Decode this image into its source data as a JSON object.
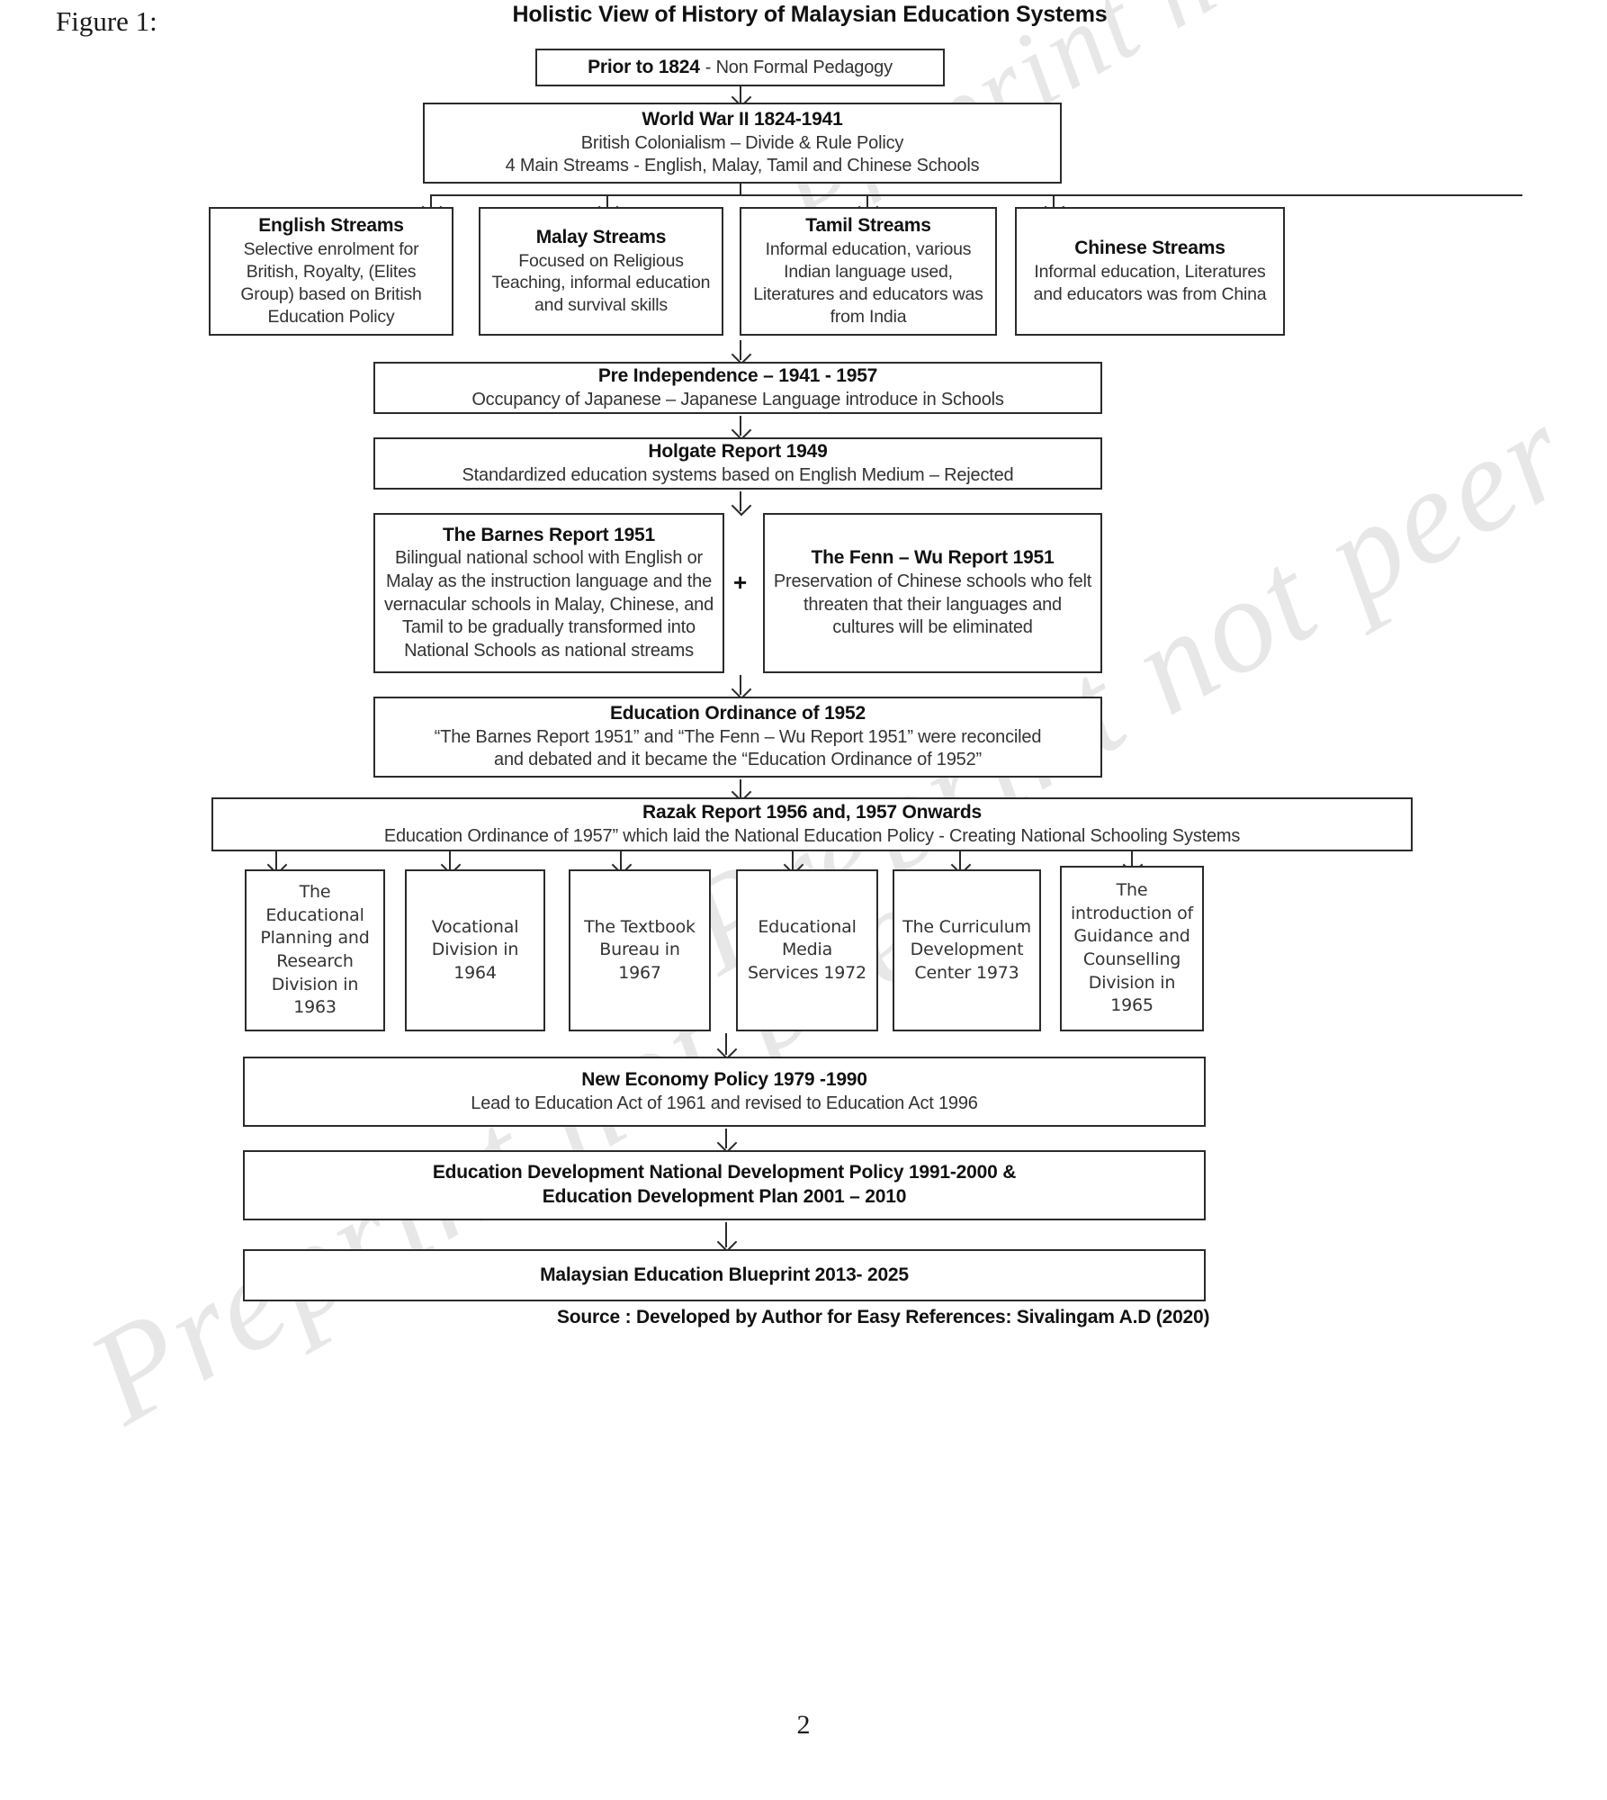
{
  "figure": {
    "label": "Figure 1:",
    "page_number": "2"
  },
  "diagram": {
    "title": "Holistic View of History of Malaysian Education Systems",
    "source": "Source : Developed by Author for Easy References: Sivalingam A.D (2020)",
    "plus_symbol": "+",
    "nodes": {
      "prior_1824": {
        "heading": "Prior to 1824",
        "body": "- Non Formal Pedagogy"
      },
      "world_war_2": {
        "heading": "World War II 1824-1941",
        "line1": "British Colonialism  – Divide & Rule Policy",
        "line2": "4 Main Streams - English, Malay, Tamil and Chinese  Schools"
      },
      "english_streams": {
        "heading": "English Streams",
        "body": "Selective enrolment for British, Royalty, (Elites Group) based on British Education Policy"
      },
      "malay_streams": {
        "heading": "Malay Streams",
        "body": "Focused on Religious Teaching, informal education and survival skills"
      },
      "tamil_streams": {
        "heading": "Tamil Streams",
        "body": "Informal education, various Indian language used, Literatures and educators was from India"
      },
      "chinese_streams": {
        "heading": "Chinese Streams",
        "body": "Informal education, Literatures and educators was from China"
      },
      "pre_independence": {
        "heading": "Pre Independence – 1941 - 1957",
        "body": "Occupancy of Japanese – Japanese Language introduce in Schools"
      },
      "holgate_report": {
        "heading": "Holgate Report 1949",
        "body": "Standardized education systems  based on English Medium – Rejected"
      },
      "barnes_report": {
        "heading": "The Barnes Report 1951",
        "body": "Bilingual national school  with English or Malay as the instruction language and the vernacular schools in Malay, Chinese,  and Tamil to be gradually transformed into National Schools as national streams"
      },
      "fenn_wu_report": {
        "heading": "The Fenn – Wu Report 1951",
        "body": "Preservation of Chinese  schools who felt threaten that their languages and cultures will be eliminated"
      },
      "education_ordinance_1952": {
        "heading": "Education Ordinance of 1952",
        "line1": "“The Barnes Report 1951” and “The Fenn – Wu Report 1951” were reconciled",
        "line2": "and debated and it became the “Education Ordinance of 1952”"
      },
      "razak_report": {
        "heading": "Razak Report 1956 and, 1957 Onwards",
        "body": "Education Ordinance of 1957” which laid the National Education Policy - Creating National Schooling  Systems"
      },
      "new_economy_policy": {
        "heading": "New Economy Policy 1979 -1990",
        "body": "Lead to Education Act of 1961 and revised to Education Act 1996"
      },
      "education_development": {
        "line1": "Education Development National Development Policy 1991-2000  &",
        "line2": "Education Development Plan 2001 – 2010"
      },
      "blueprint": {
        "heading": "Malaysian Education Blueprint 2013- 2025"
      }
    },
    "divisions": [
      {
        "name": "educational-planning-research-division",
        "text": "The Educational Planning and Research Division in 1963"
      },
      {
        "name": "vocational-division",
        "text": "Vocational Division in 1964"
      },
      {
        "name": "textbook-bureau",
        "text": "The Textbook Bureau in 1967"
      },
      {
        "name": "educational-media-services",
        "text": "Educational Media Services 1972"
      },
      {
        "name": "curriculum-development-center",
        "text": "The Curriculum Development Center 1973"
      },
      {
        "name": "guidance-counselling-division",
        "text": "The introduction of Guidance and Counselling Division in 1965"
      }
    ]
  },
  "watermark": {
    "text": "Preprint not peer"
  }
}
